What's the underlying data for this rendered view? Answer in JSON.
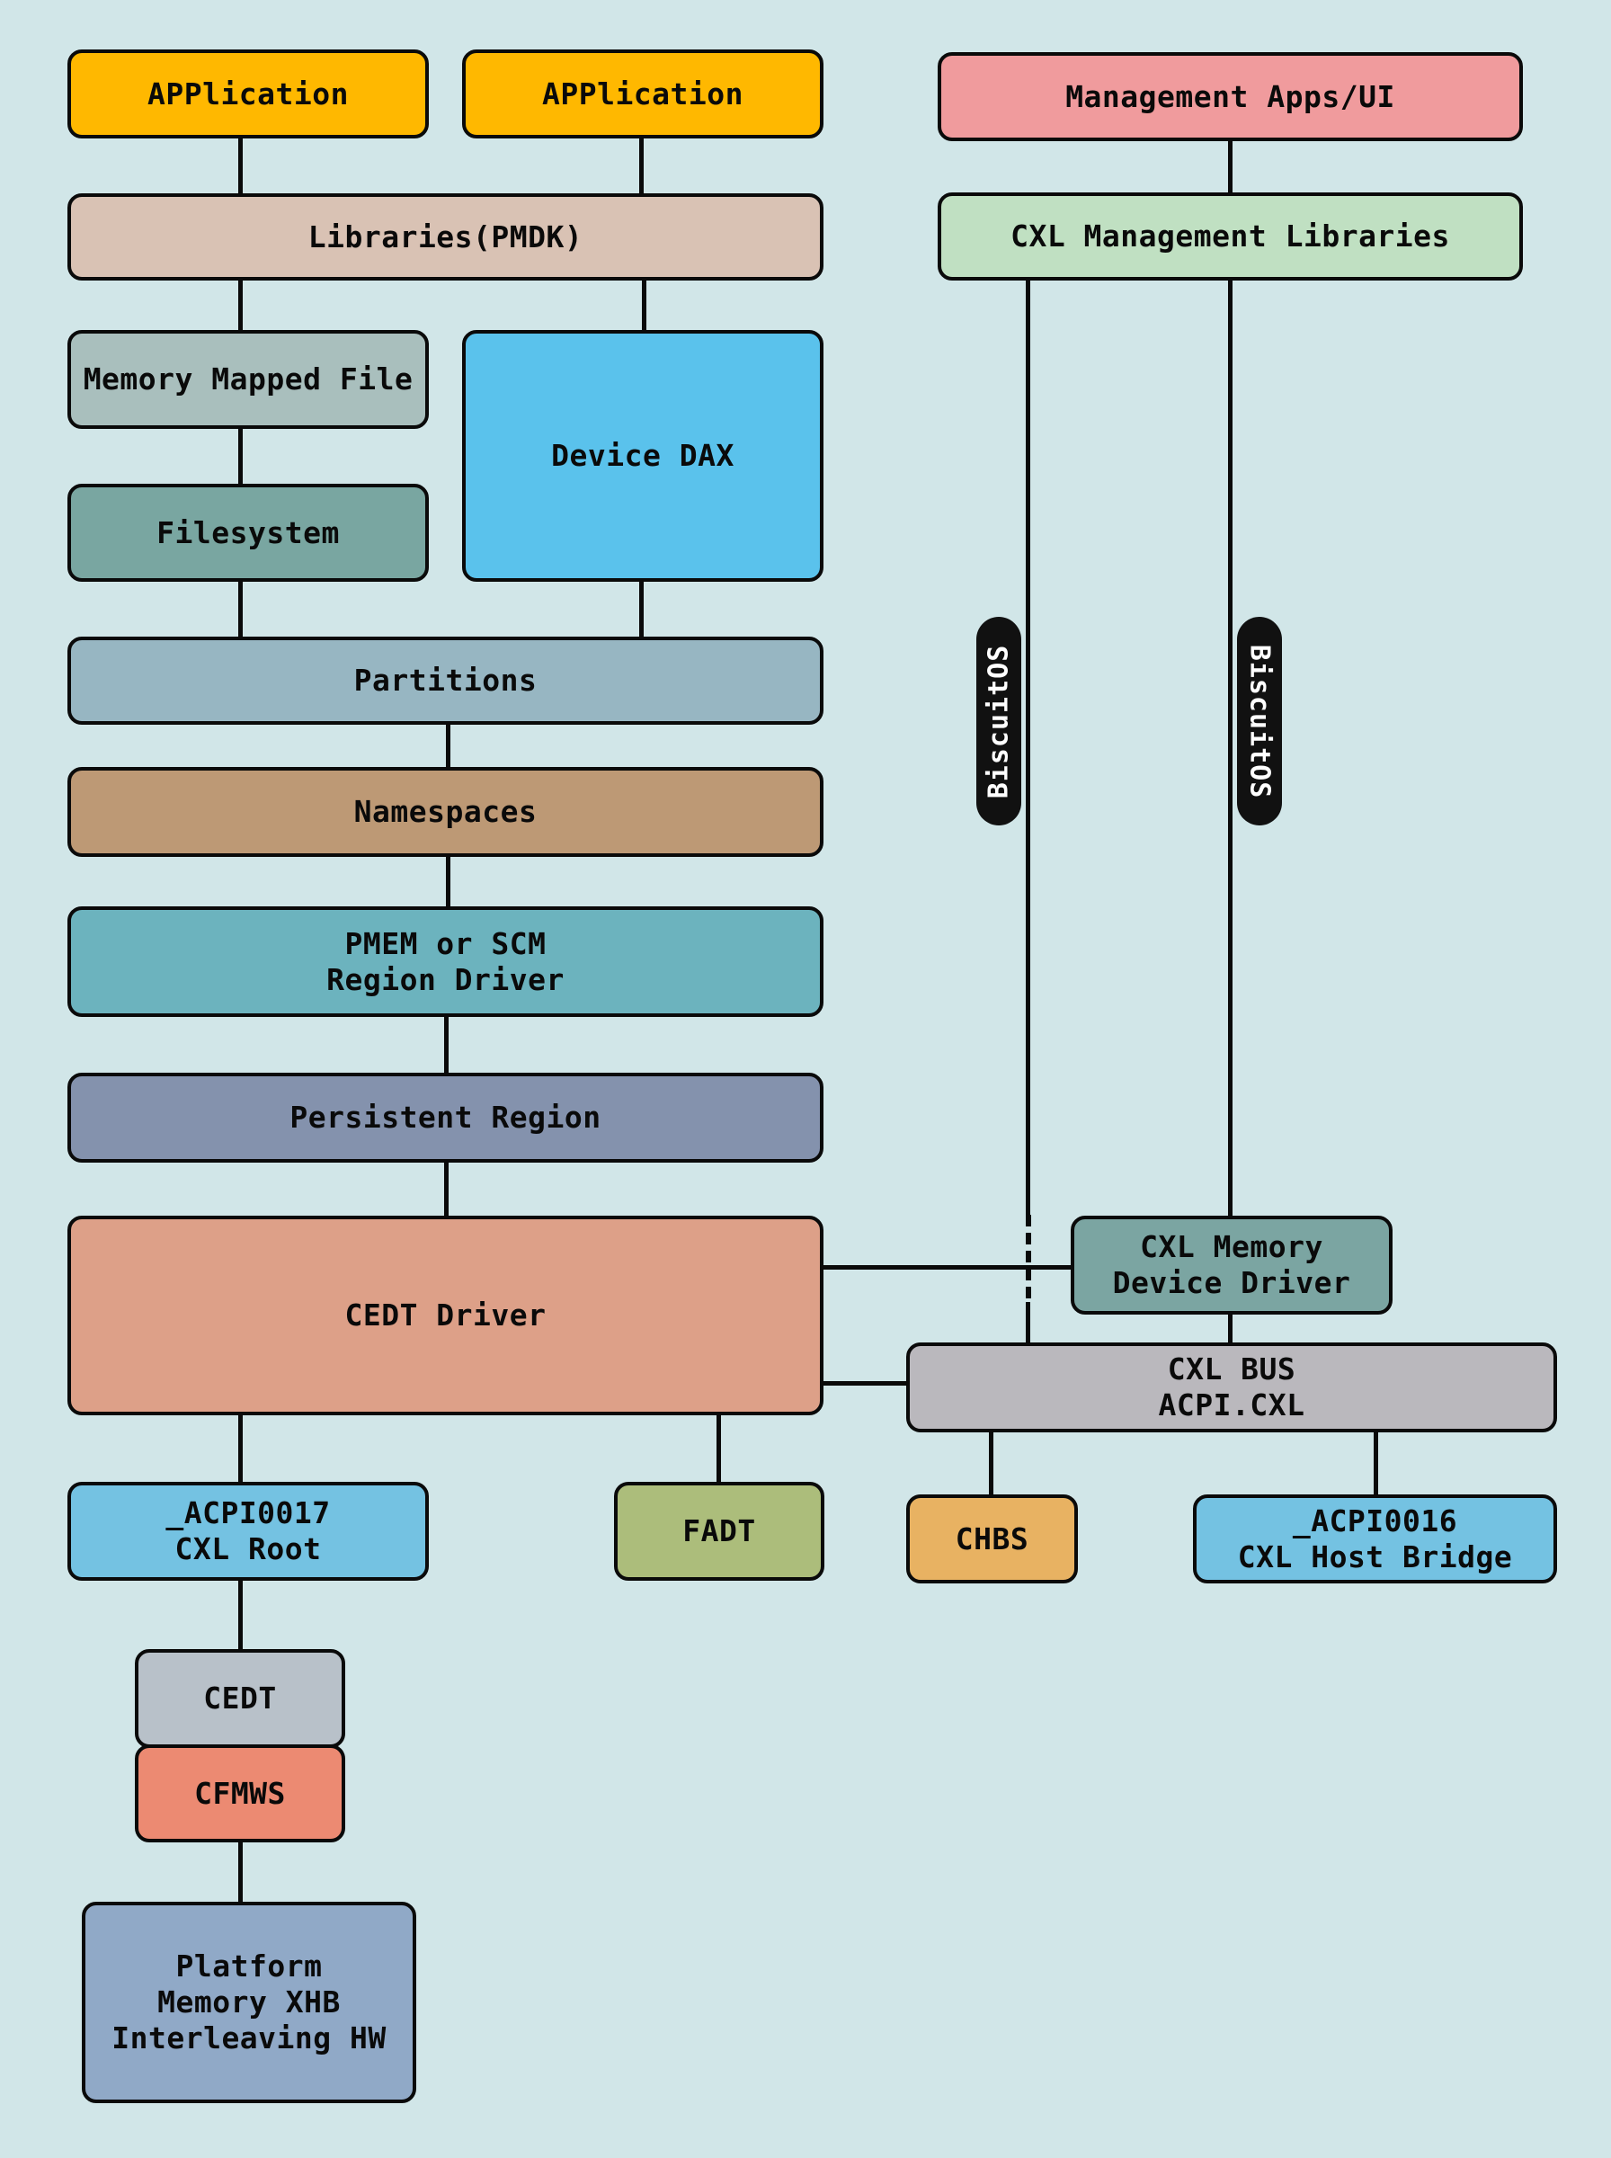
{
  "diagram": {
    "background": "#d1e6e8",
    "nodes": {
      "app1": {
        "label": "APPlication",
        "color": "#ffb800"
      },
      "app2": {
        "label": "APPlication",
        "color": "#ffb800"
      },
      "management_apps": {
        "label": "Management Apps/UI",
        "color": "#f09b9d"
      },
      "libraries_pmdk": {
        "label": "Libraries(PMDK)",
        "color": "#d9c2b4"
      },
      "cxl_mgmt_libs": {
        "label": "CXL Management Libraries",
        "color": "#c0e0c2"
      },
      "memory_mapped_file": {
        "label": "Memory Mapped File",
        "color": "#a9bfbd"
      },
      "device_dax": {
        "label": "Device DAX",
        "color": "#5ac2ec"
      },
      "filesystem": {
        "label": "Filesystem",
        "color": "#79a6a1"
      },
      "partitions": {
        "label": "Partitions",
        "color": "#97b6c2"
      },
      "namespaces": {
        "label": "Namespaces",
        "color": "#bd9975"
      },
      "pmem_region_driver": {
        "label": "PMEM or SCM\nRegion Driver",
        "color": "#6cb3be"
      },
      "persistent_region": {
        "label": "Persistent Region",
        "color": "#8492ad"
      },
      "cedt_driver": {
        "label": "CEDT Driver",
        "color": "#dda088"
      },
      "cxl_mem_driver": {
        "label": "CXL Memory\nDevice Driver",
        "color": "#7ba5a2"
      },
      "cxl_bus": {
        "label": "CXL BUS\nACPI.CXL",
        "color": "#bab8bd"
      },
      "acpi0017": {
        "label": "_ACPI0017\nCXL Root",
        "color": "#74c2e2"
      },
      "fadt": {
        "label": "FADT",
        "color": "#acbd7b"
      },
      "chbs": {
        "label": "CHBS",
        "color": "#e8b262"
      },
      "acpi0016": {
        "label": "_ACPI0016\nCXL Host Bridge",
        "color": "#74c2e2"
      },
      "cedt": {
        "label": "CEDT",
        "color": "#b8c1c9"
      },
      "cfmws": {
        "label": "CFMWS",
        "color": "#ec8a72"
      },
      "platform_hw": {
        "label": "Platform\nMemory XHB\nInterleaving HW",
        "color": "#90a9c7"
      }
    },
    "badges": {
      "left": "BiscuitOS",
      "right": "BiscuitOS"
    }
  }
}
